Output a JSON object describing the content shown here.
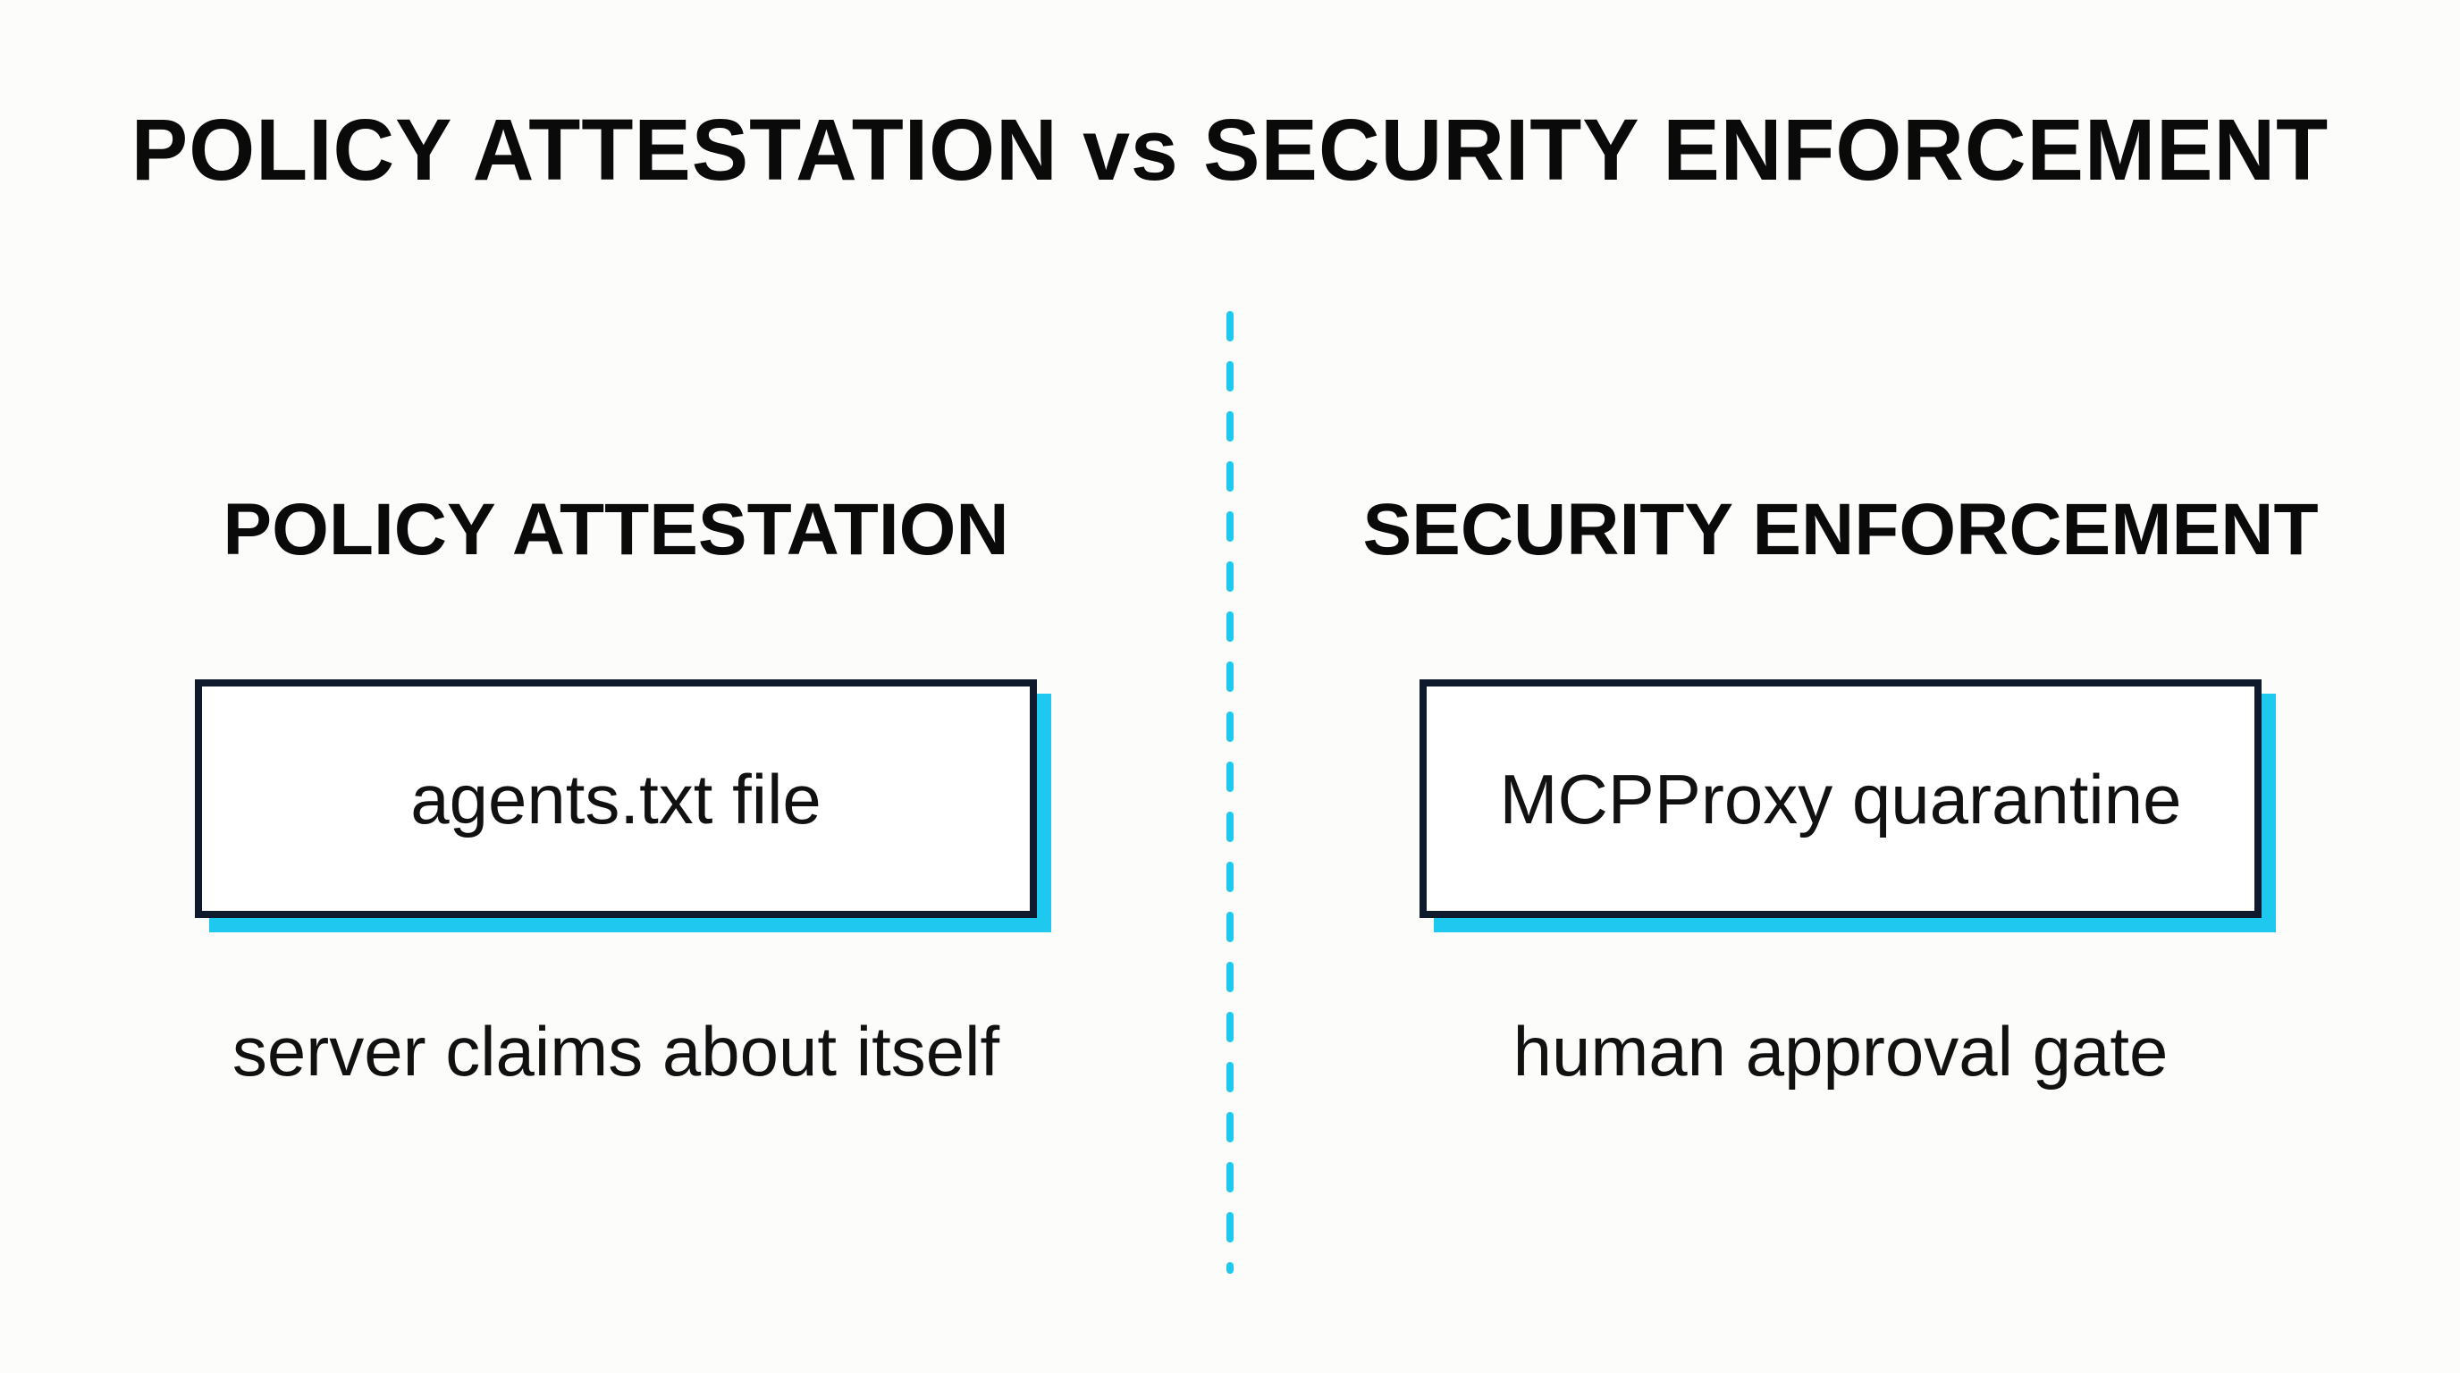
{
  "title": "POLICY ATTESTATION vs SECURITY ENFORCEMENT",
  "colors": {
    "accent": "#1ec8ee",
    "border": "#0f1b2d",
    "text": "#0a0a0a",
    "background": "#fcfcfa"
  },
  "divider": {
    "style": "dashed",
    "color": "#1ec8ee"
  },
  "columns": [
    {
      "heading": "POLICY ATTESTATION",
      "card_label": "agents.txt file",
      "caption": "server claims about itself"
    },
    {
      "heading": "SECURITY ENFORCEMENT",
      "card_label": "MCPProxy quarantine",
      "caption": "human approval gate"
    }
  ]
}
